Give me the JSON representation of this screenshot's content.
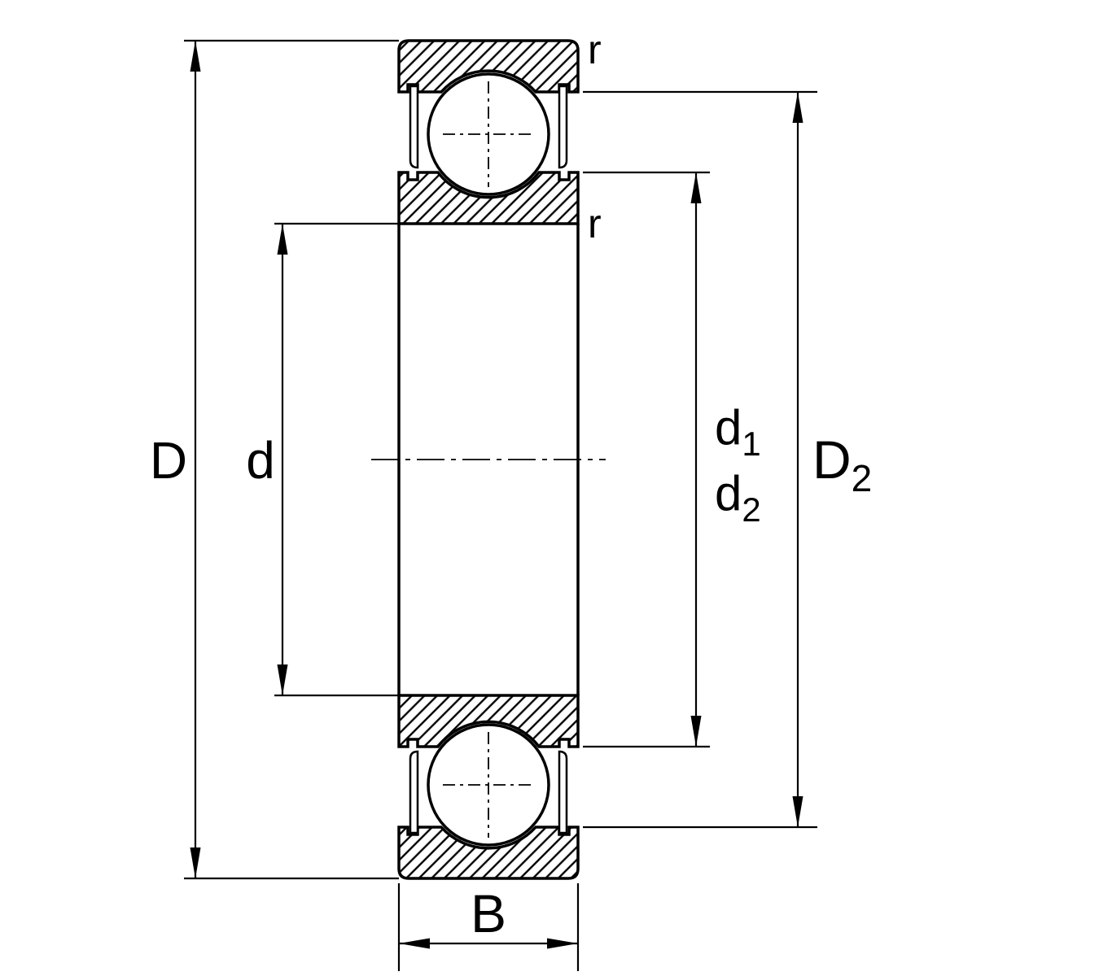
{
  "colors": {
    "line": "#000000",
    "background": "#ffffff"
  },
  "labels": {
    "D": {
      "text": "D"
    },
    "d": {
      "text": "d"
    },
    "d1": {
      "base": "d",
      "sub": "1"
    },
    "d2": {
      "base": "d",
      "sub": "2"
    },
    "D2": {
      "base": "D",
      "sub": "2"
    },
    "B": {
      "text": "B"
    },
    "r_outer": {
      "text": "r"
    },
    "r_inner": {
      "text": "r"
    }
  }
}
